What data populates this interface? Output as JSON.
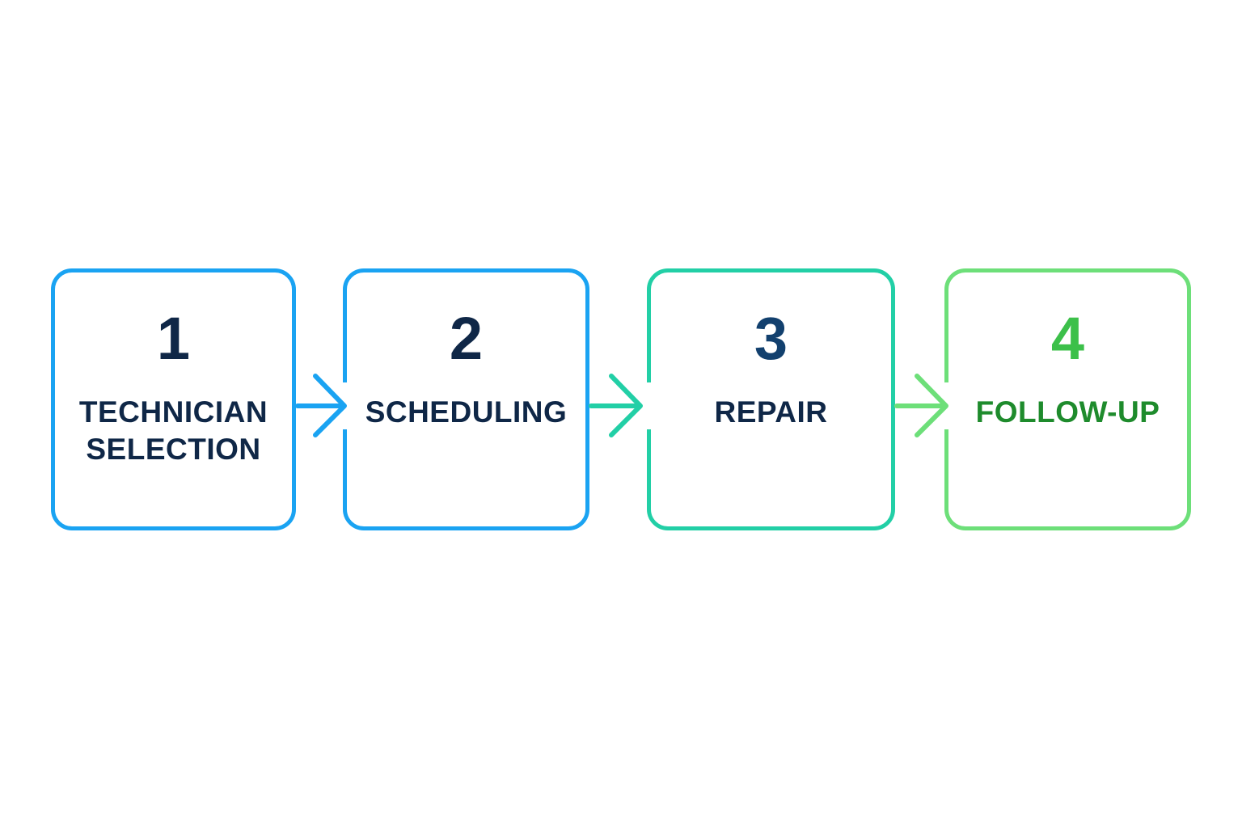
{
  "steps": [
    {
      "number": "1",
      "label_line1": "TECHNICIAN",
      "label_line2": "SELECTION",
      "number_color": "#0f2747",
      "label_color": "#0f2747",
      "border_color": "#1aa3f2"
    },
    {
      "number": "2",
      "label_line1": "SCHEDULING",
      "label_line2": "",
      "number_color": "#0f2747",
      "label_color": "#0f2747",
      "border_color": "#1aa3f2"
    },
    {
      "number": "3",
      "label_line1": "REPAIR",
      "label_line2": "",
      "number_color": "#12406e",
      "label_color": "#0f2747",
      "border_color": "#22cfa6"
    },
    {
      "number": "4",
      "label_line1": "FOLLOW-UP",
      "label_line2": "",
      "number_color": "#3cc04a",
      "label_color": "#1e8b2c",
      "border_color": "#6ddf79"
    }
  ],
  "arrow_colors": [
    "#1aa3f2",
    "#22cfa6",
    "#6ddf79"
  ]
}
